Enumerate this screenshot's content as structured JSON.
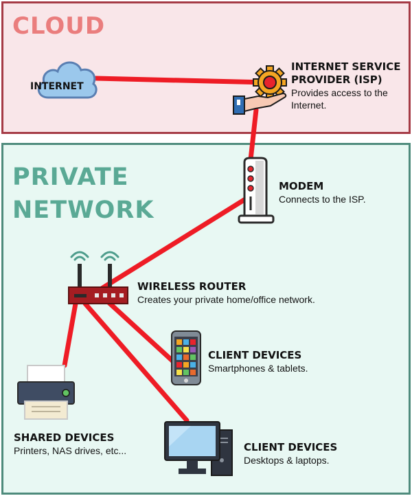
{
  "zones": {
    "cloud_title": "CLOUD",
    "private_title": "PRIVATE\nNETWORK"
  },
  "internet": {
    "label": "INTERNET"
  },
  "isp": {
    "title": "INTERNET SERVICE\nPROVIDER (ISP)",
    "desc": "Provides access to the\nInternet."
  },
  "modem": {
    "title": "MODEM",
    "desc": "Connects to the ISP."
  },
  "router": {
    "title": "WIRELESS ROUTER",
    "desc": "Creates your private home/office network."
  },
  "phones": {
    "title": "CLIENT DEVICES",
    "desc": "Smartphones & tablets."
  },
  "shared": {
    "title": "SHARED DEVICES",
    "desc": "Printers, NAS drives, etc..."
  },
  "desktops": {
    "title": "CLIENT DEVICES",
    "desc": "Desktops & laptops."
  },
  "colors": {
    "cloud_bg": "#f9e6e9",
    "cloud_border": "#a53a45",
    "cloud_title": "#ea7d7d",
    "private_bg": "#e8f8f3",
    "private_border": "#4e8b7c",
    "private_title": "#5aa995",
    "link": "#ee1c25"
  },
  "icons": [
    "cloud-icon",
    "gear-hand-icon",
    "modem-icon",
    "router-icon",
    "smartphone-icon",
    "printer-icon",
    "desktop-icon"
  ]
}
